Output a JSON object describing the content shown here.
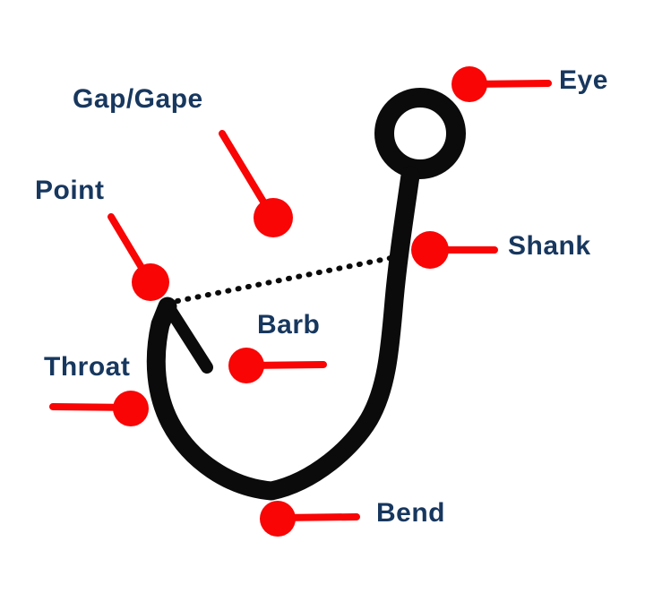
{
  "diagram_title": "",
  "colors": {
    "marker_red": "#F90505",
    "label_navy": "#17375E",
    "hook_black": "#0B0B0B",
    "background": "#FFFFFF"
  },
  "labels": {
    "eye": "Eye",
    "gap_gape": "Gap/Gape",
    "point": "Point",
    "shank": "Shank",
    "barb": "Barb",
    "throat": "Throat",
    "bend": "Bend"
  },
  "icons": {
    "callout_marker": "red-dot-with-leader-line",
    "gap_measure": "dotted-line"
  }
}
